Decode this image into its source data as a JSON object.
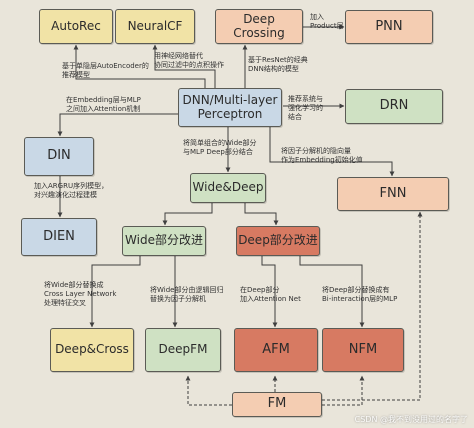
{
  "colors": {
    "background": "#e9e5da",
    "yellow": "#f1e3a6",
    "orange": "#f4cdb2",
    "green": "#cfe1c3",
    "blue": "#c9d8e6",
    "red": "#d77a62",
    "line": "#3f3f3f"
  },
  "nodes": {
    "autorec": "AutoRec",
    "neuralcf": "NeuralCF",
    "deep_crossing": "Deep Crossing",
    "pnn": "PNN",
    "dnn": "DNN/Multi-layer\nPerceptron",
    "drn": "DRN",
    "din": "DIN",
    "wide_deep": "Wide&Deep",
    "fnn": "FNN",
    "dien": "DIEN",
    "wide_improve": "Wide部分改进",
    "deep_improve": "Deep部分改进",
    "deep_cross": "Deep&Cross",
    "deepfm": "DeepFM",
    "afm": "AFM",
    "nfm": "NFM",
    "fm": "FM"
  },
  "labels": {
    "autorec_note": "基于单隐层AutoEncoder的\n推荐模型",
    "neuralcf_note": "用神经网络替代\n协同过滤中的点积操作",
    "deepcrossing_note": "基于ResNet的经典\nDNN结构的模型",
    "pnn_note": "加入\nProduct层",
    "din_note": "在Embedding层与MLP\n之间加入Attention机制",
    "drn_note": "推荐系统与\n强化学习的\n结合",
    "widedeep_note": "将简单组合的Wide部分\n与MLP Deep部分结合",
    "fnn_note": "将因子分解机的隐向量\n作为Embedding初始化值",
    "dien_note": "加入ARGRU序列模型，\n对兴趣演化过程建模",
    "deepcross_note": "将Wide部分替换成\nCross Layer Network\n处理特征交叉",
    "deepfm_note": "将Wide部分由逻辑回归\n替换为因子分解机",
    "afm_note": "在Deep部分\n加入Attention Net",
    "nfm_note": "将Deep部分替换成有\nBi-interaction层的MLP"
  },
  "watermark": "CSDN @我不到没用过的名字了"
}
